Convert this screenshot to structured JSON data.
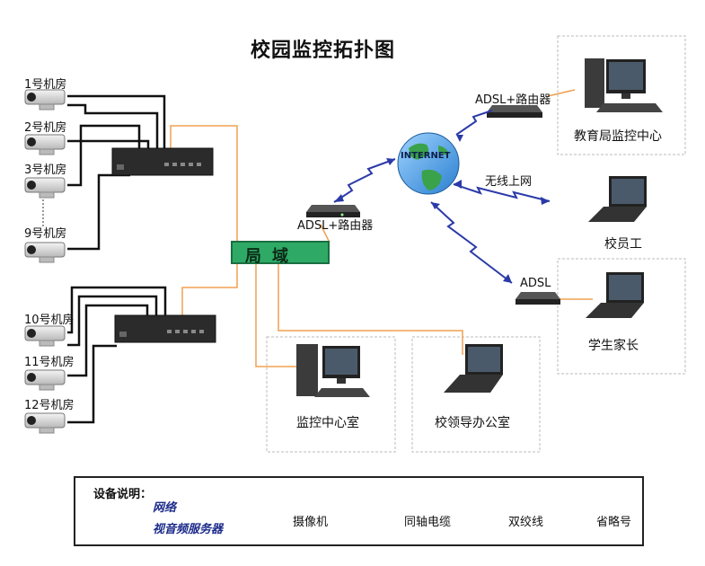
{
  "title": "校园监控拓扑图",
  "cameras_left_top": [
    {
      "label": "1号机房"
    },
    {
      "label": "2号机房"
    },
    {
      "label": "3号机房"
    },
    {
      "label": "9号机房"
    }
  ],
  "cameras_left_bottom": [
    {
      "label": "10号机房"
    },
    {
      "label": "11号机房"
    },
    {
      "label": "12号机房"
    }
  ],
  "lan": {
    "char1": "局",
    "char2": "域"
  },
  "router_center": {
    "label": "ADSL+路由器"
  },
  "router_top": {
    "label": "ADSL+路由器"
  },
  "router_right": {
    "label": "ADSL"
  },
  "internet": {
    "label": "INTERNET"
  },
  "wireless": {
    "label": "无线上网"
  },
  "nodes": {
    "education_bureau": "教育局监控中心",
    "staff": "校员工",
    "parents": "学生家长",
    "monitor_room": "监控中心室",
    "principal_office": "校领导办公室"
  },
  "legend": {
    "title": "设备说明：",
    "server_line1": "网络",
    "server_line2": "视音频服务器",
    "camera": "摄像机",
    "coax": "同轴电缆",
    "twisted": "双绞线",
    "ellipsis": "省略号"
  },
  "colors": {
    "twisted_pair": "#f0a050",
    "coax": "#111111",
    "wireless": "#2b3aa8",
    "lan_fill": "#2faa66"
  }
}
